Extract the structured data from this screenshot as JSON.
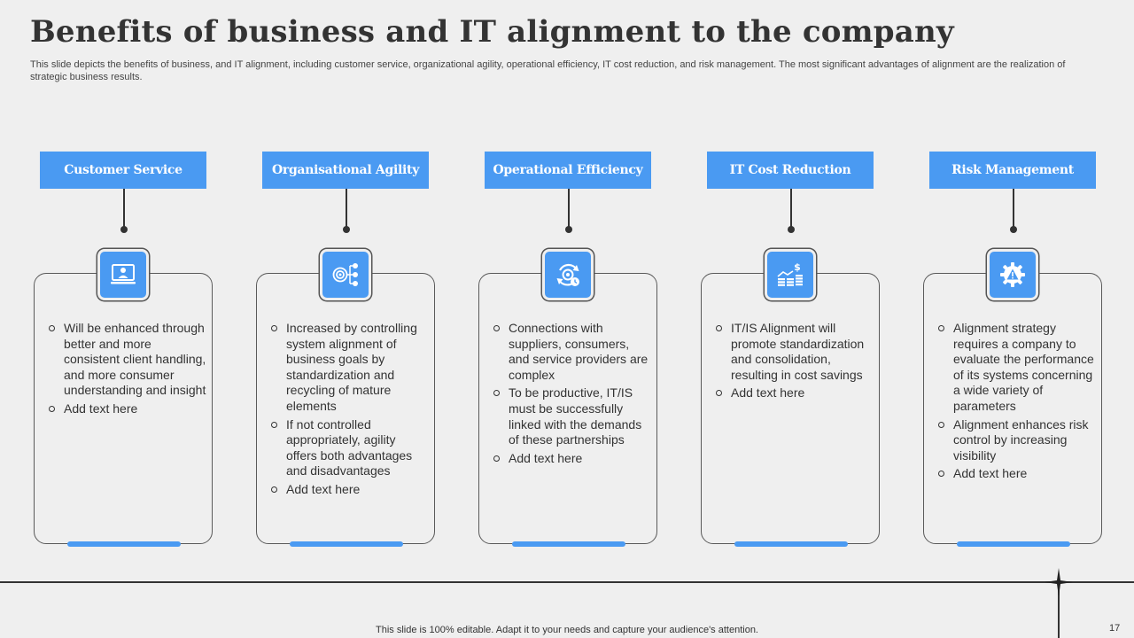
{
  "slide": {
    "title": "Benefits of business and IT alignment to the company",
    "subtitle": "This slide depicts the benefits of business, and IT alignment, including customer service, organizational agility, operational efficiency, IT cost reduction, and risk management. The most significant advantages of alignment are the realization of strategic business results.",
    "accent_color": "#4a9af2",
    "footer_text": "This slide is 100% editable. Adapt it to your needs and capture your audience's attention.",
    "page_number": "17"
  },
  "columns": [
    {
      "header": "Customer Service",
      "icon": "customer-support-icon",
      "bullets": [
        "Will be enhanced through better and more consistent client handling, and more consumer understanding and insight",
        "Add text here"
      ]
    },
    {
      "header": "Organisational Agility",
      "icon": "target-network-icon",
      "bullets": [
        "Increased by controlling system alignment of business goals by standardization and recycling of mature elements",
        "If not controlled appropriately, agility offers both advantages and disadvantages",
        "Add text here"
      ]
    },
    {
      "header": "Operational Efficiency",
      "icon": "efficiency-gear-icon",
      "bullets": [
        "Connections with suppliers, consumers, and service providers are complex",
        "To be productive, IT/IS must be successfully linked with the demands of these partnerships",
        "Add text here"
      ]
    },
    {
      "header": "IT Cost Reduction",
      "icon": "cost-savings-icon",
      "bullets": [
        "IT/IS Alignment will promote standardization and consolidation, resulting in cost savings",
        "Add text here"
      ]
    },
    {
      "header": "Risk Management",
      "icon": "risk-gear-icon",
      "bullets": [
        "Alignment strategy requires a company to evaluate the performance of its systems concerning a wide variety of parameters",
        "Alignment enhances risk control by increasing visibility",
        "Add text here"
      ]
    }
  ]
}
